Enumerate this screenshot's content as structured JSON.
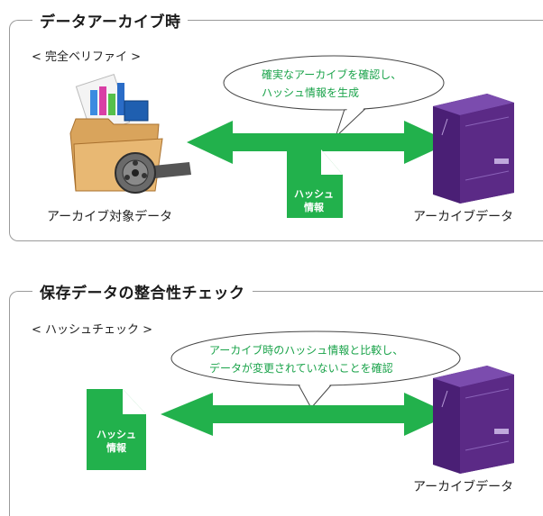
{
  "sections": [
    {
      "title": "データアーカイブ時",
      "subtitle": "< 完全ベリファイ >",
      "bubble_lines": [
        "確実なアーカイブを確認し、",
        "ハッシュ情報を生成"
      ],
      "left_label": "アーカイブ対象データ",
      "right_label": "アーカイブデータ",
      "doc_lines": [
        "ハッシュ",
        "情報"
      ]
    },
    {
      "title": "保存データの整合性チェック",
      "subtitle": "< ハッシュチェック >",
      "bubble_lines": [
        "アーカイブ時のハッシュ情報と比較し、",
        "データが変更されていないことを確認"
      ],
      "right_label": "アーカイブデータ",
      "doc_lines": [
        "ハッシュ",
        "情報"
      ]
    }
  ],
  "colors": {
    "arrow": "#22b14c",
    "bubble_text": "#1aa34a",
    "tape": "#5b2a86",
    "doc": "#22b14c"
  },
  "icons": [
    "folder-icon",
    "tape-cartridge-icon",
    "document-icon"
  ]
}
